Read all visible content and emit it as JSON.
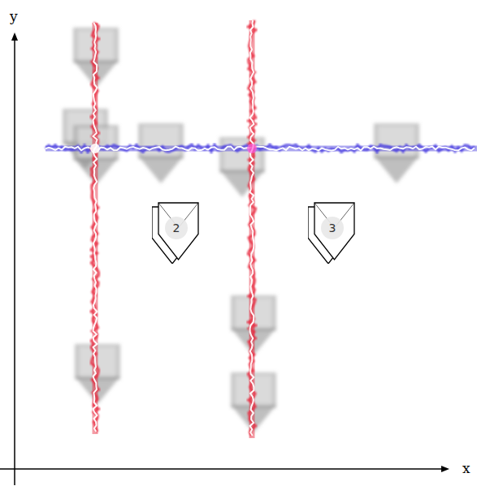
{
  "diagram": {
    "nodes": [
      {
        "text": [
          "2"
        ]
      },
      {
        "text": [
          "3"
        ]
      }
    ],
    "labels": [
      "y",
      "x"
    ]
  }
}
